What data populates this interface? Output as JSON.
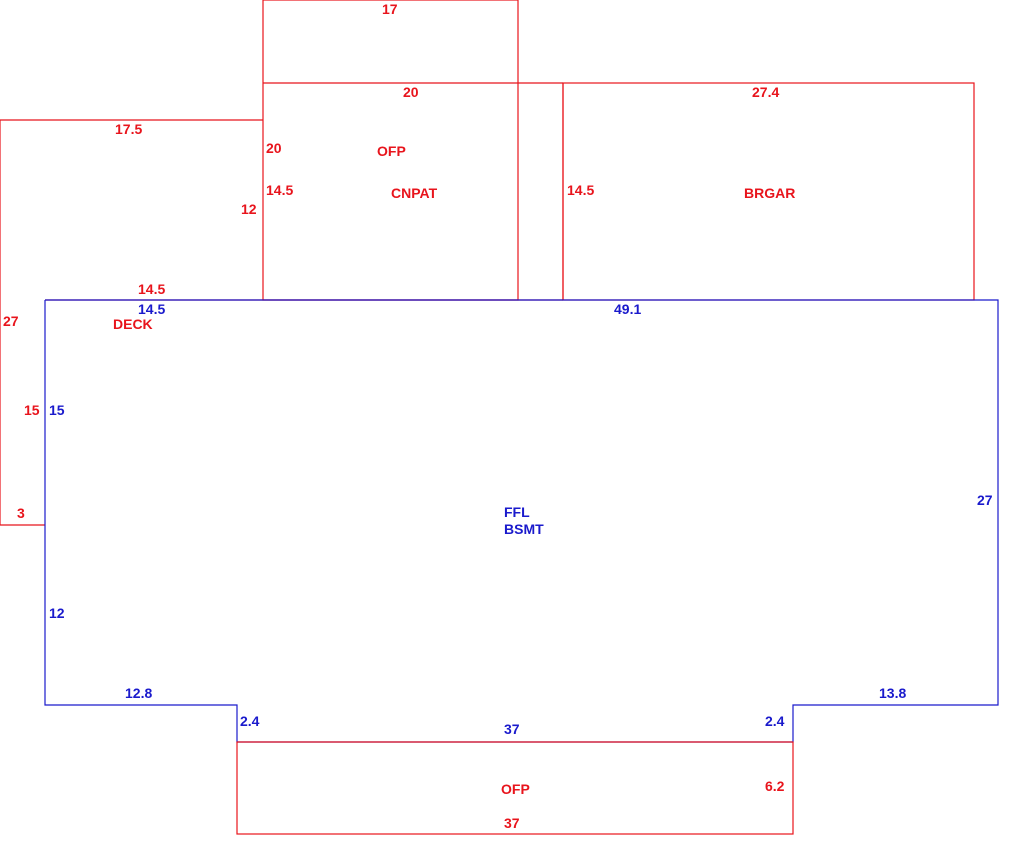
{
  "colors": {
    "red": "#e8141c",
    "blue": "#1a1acc"
  },
  "areas": {
    "ofp_top": {
      "code": "OFP",
      "dims": [
        "17",
        "20",
        "20"
      ]
    },
    "cnpat": {
      "code": "CNPAT",
      "dims": [
        "14.5"
      ]
    },
    "brgar": {
      "code": "BRGAR",
      "dims": [
        "27.4",
        "14.5"
      ]
    },
    "deck": {
      "code": "DECK",
      "dims": [
        "17.5",
        "12",
        "14.5",
        "27",
        "15",
        "3"
      ]
    },
    "main": {
      "code_line1": "FFL",
      "code_line2": "BSMT",
      "dims": [
        "14.5",
        "49.1",
        "15",
        "27",
        "12",
        "12.8",
        "2.4",
        "37",
        "2.4",
        "13.8"
      ]
    },
    "ofp_bottom": {
      "code": "OFP",
      "dims": [
        "6.2",
        "37"
      ]
    }
  }
}
